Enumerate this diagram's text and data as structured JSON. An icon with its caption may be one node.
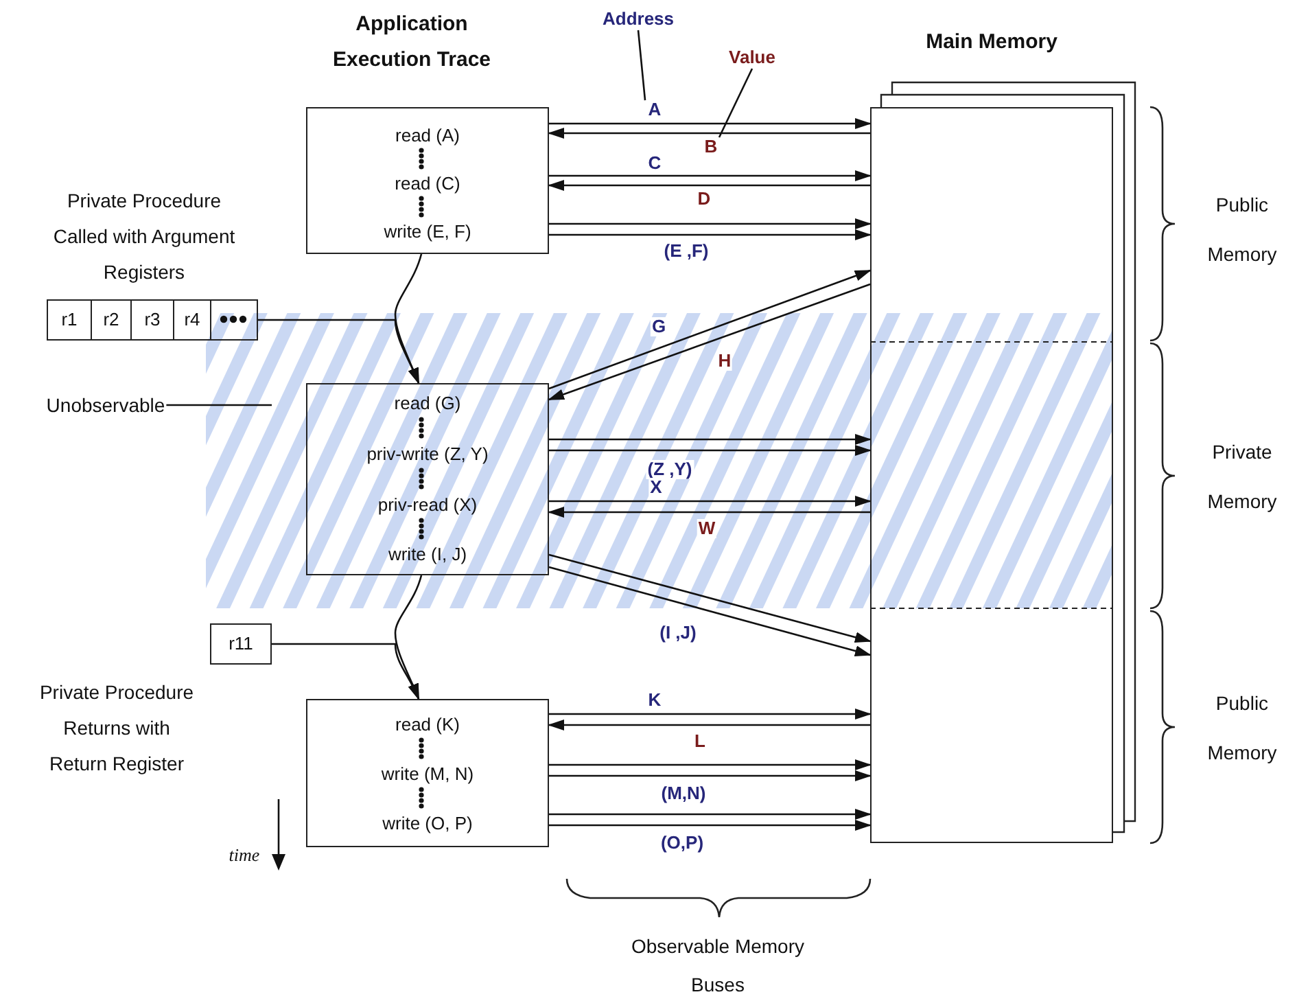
{
  "diagram": {
    "nodes": [
      {
        "text": [
          "read (A)",
          "read (C)",
          "write (E, F)"
        ]
      },
      {
        "text": [
          "read (G)",
          "priv-write (Z, Y)",
          "priv-read (X)",
          "write (I, J)"
        ]
      },
      {
        "text": [
          "read (K)",
          "write (M, N)",
          "write (O, P)"
        ]
      },
      {
        "text": [
          "r1",
          "r2",
          "r3",
          "r4"
        ]
      },
      {
        "text": [
          "r11"
        ]
      },
      {
        "text": [
          "Main Memory"
        ]
      },
      {
        "text": [
          "Unobservable"
        ]
      },
      {
        "text": [
          "Address"
        ]
      },
      {
        "text": [
          "Value"
        ]
      }
    ],
    "edges": [
      {
        "from": 0,
        "to": 5,
        "arrow": "to",
        "label": "A"
      },
      {
        "from": 5,
        "to": 0,
        "arrow": "to",
        "label": "B"
      },
      {
        "from": 0,
        "to": 5,
        "arrow": "to",
        "label": "C"
      },
      {
        "from": 5,
        "to": 0,
        "arrow": "to",
        "label": "D"
      },
      {
        "from": 0,
        "to": 5,
        "arrow": "to"
      },
      {
        "from": 0,
        "to": 5,
        "arrow": "to",
        "label": "(E ,F)"
      },
      {
        "from": 1,
        "to": 5,
        "arrow": "to",
        "label": "G"
      },
      {
        "from": 5,
        "to": 1,
        "arrow": "to",
        "label": "H"
      },
      {
        "from": 1,
        "to": 5,
        "arrow": "to"
      },
      {
        "from": 1,
        "to": 5,
        "arrow": "to",
        "label": "(Z ,Y)"
      },
      {
        "from": 1,
        "to": 5,
        "arrow": "to",
        "label": "X"
      },
      {
        "from": 5,
        "to": 1,
        "arrow": "to",
        "label": "W"
      },
      {
        "from": 1,
        "to": 5,
        "arrow": "to"
      },
      {
        "from": 1,
        "to": 5,
        "arrow": "to",
        "label": "(I ,J)"
      },
      {
        "from": 2,
        "to": 5,
        "arrow": "to",
        "label": "K"
      },
      {
        "from": 5,
        "to": 2,
        "arrow": "to",
        "label": "L"
      },
      {
        "from": 2,
        "to": 5,
        "arrow": "to"
      },
      {
        "from": 2,
        "to": 5,
        "arrow": "to",
        "label": "(M,N)"
      },
      {
        "from": 2,
        "to": 5,
        "arrow": "to"
      },
      {
        "from": 2,
        "to": 5,
        "arrow": "to",
        "label": "(O,P)"
      },
      {
        "from": 0,
        "to": 1,
        "arrow": "to"
      },
      {
        "from": 3,
        "to": 1,
        "arrow": "to"
      },
      {
        "from": 1,
        "to": 2,
        "arrow": "to"
      },
      {
        "from": 4,
        "to": 2,
        "arrow": "to"
      },
      {
        "from": 6,
        "to": null,
        "arrow": "none"
      },
      {
        "from": 7,
        "to": null,
        "arrow": "none"
      },
      {
        "from": 8,
        "to": null,
        "arrow": "none"
      }
    ],
    "labels": [
      "Application Execution Trace",
      "Private Procedure Called with Argument Registers",
      "Private Procedure Returns with Return Register",
      "Public Memory",
      "Private Memory",
      "Public Memory",
      "time",
      "Observable Memory Buses"
    ]
  }
}
